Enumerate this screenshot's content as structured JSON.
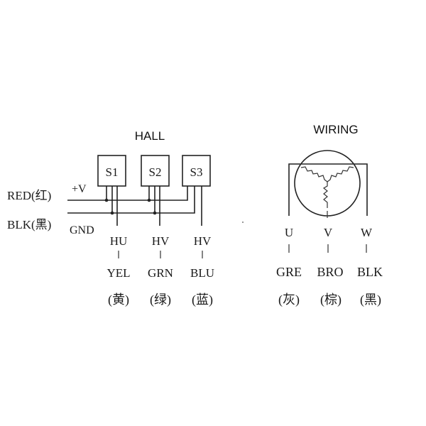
{
  "hall": {
    "title": "HALL",
    "power_label": "+V",
    "ground_label": "GND",
    "inputs": [
      {
        "label": "RED(红)"
      },
      {
        "label": "BLK(黑)"
      }
    ],
    "sensors": [
      {
        "label": "S1",
        "signal": "HU",
        "color": "YEL",
        "color_cn": "(黄)"
      },
      {
        "label": "S2",
        "signal": "HV",
        "color": "GRN",
        "color_cn": "(绿)"
      },
      {
        "label": "S3",
        "signal": "HV",
        "color": "BLU",
        "color_cn": "(蓝)"
      }
    ]
  },
  "wiring": {
    "title": "WIRING",
    "phases": [
      {
        "signal": "U",
        "color": "GRE",
        "color_cn": "(灰)"
      },
      {
        "signal": "V",
        "color": "BRO",
        "color_cn": "(棕)"
      },
      {
        "signal": "W",
        "color": "BLK",
        "color_cn": "(黑)"
      }
    ]
  }
}
